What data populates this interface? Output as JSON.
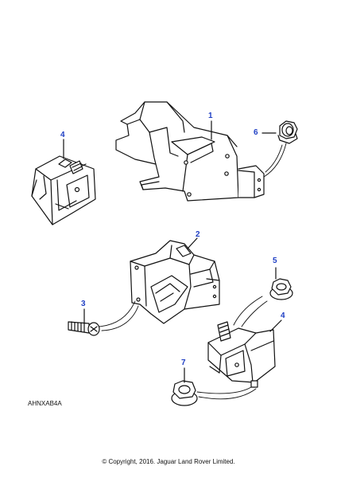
{
  "diagram": {
    "reference_code": "AHNXAB4A",
    "copyright": "© Copyright, 2016. Jaguar Land Rover Limited.",
    "callout_color": "#1f3fc4",
    "line_color": "#111111",
    "callouts": {
      "part_1": "1",
      "part_2": "2",
      "part_3": "3",
      "part_4_left": "4",
      "part_4_right": "4",
      "part_5": "5",
      "part_6": "6",
      "part_7": "7"
    }
  }
}
